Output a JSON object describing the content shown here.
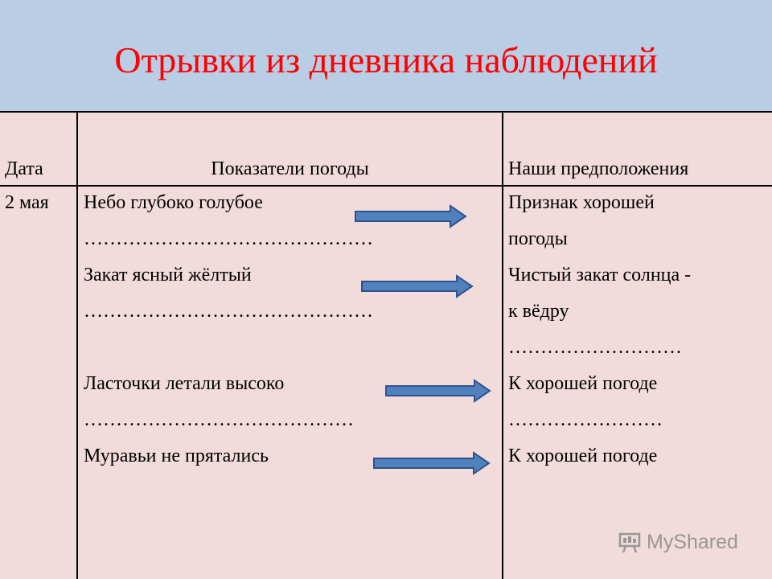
{
  "title": "Отрывки из дневника наблюдений",
  "table": {
    "headers": [
      "Дата",
      "Показатели погоды",
      "Наши предположения"
    ],
    "row": {
      "date": "2 мая",
      "indicators": [
        "Небо глубоко голубое",
        "………………………………………",
        "Закат ясный жёлтый",
        "………………………………………",
        "",
        "Ласточки летали высоко",
        "……………………………………",
        "Муравьи не прятались"
      ],
      "assumptions": [
        "Признак хорошей",
        "погоды",
        "Чистый закат солнца -",
        "к вёдру",
        "………………………",
        "К хорошей погоде",
        "……………………",
        "К хорошей погоде"
      ]
    }
  },
  "watermark": {
    "text": "MyShared",
    "icon": "presentation-board-icon"
  },
  "colors": {
    "header_bg": "#b9cde5",
    "table_bg": "#f2dcdb",
    "title": "#ff0000",
    "arrow_fill": "#4f81bd",
    "arrow_stroke": "#2f528f"
  }
}
